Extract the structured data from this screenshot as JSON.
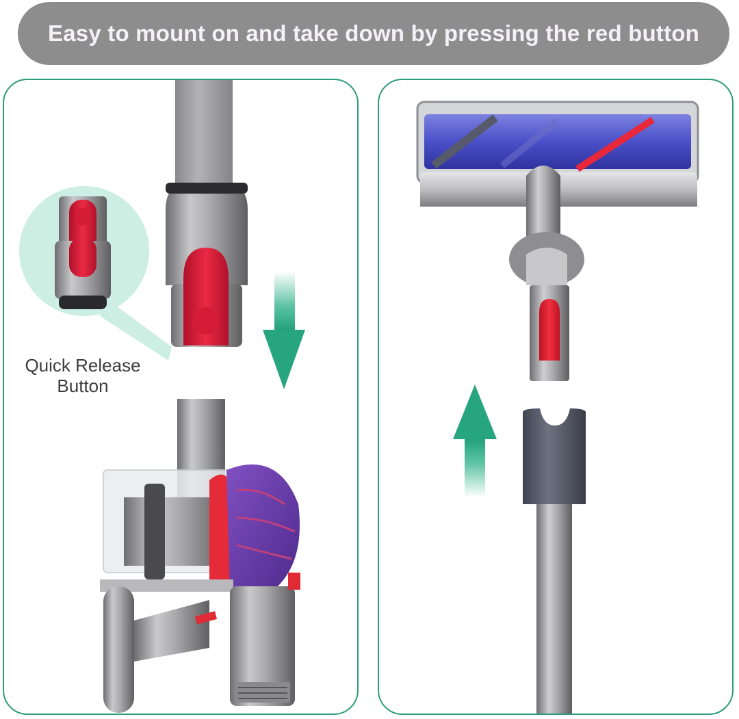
{
  "banner": {
    "text": "Easy to mount on and take down by pressing the red button",
    "background_color": "#8d8d8d",
    "text_color": "#f4f2f6"
  },
  "panels": {
    "border_color": "#2f9c7c",
    "left": {
      "callout_label_line1": "Quick Release",
      "callout_label_line2": "Button",
      "arrow_direction": "down",
      "parts": [
        "extension-wand-connector",
        "quick-release-button-callout",
        "handheld-vacuum-body"
      ]
    },
    "right": {
      "arrow_direction": "up",
      "parts": [
        "motorhead-brush-bar",
        "quick-release-connector",
        "extension-wand"
      ]
    }
  },
  "colors": {
    "accent_green": "#2aa882",
    "release_button_red": "#e0203a",
    "cyclone_purple": "#6a3aa8",
    "brush_blue": "#4a50c8",
    "metal_gray": "#9a9a9c"
  }
}
